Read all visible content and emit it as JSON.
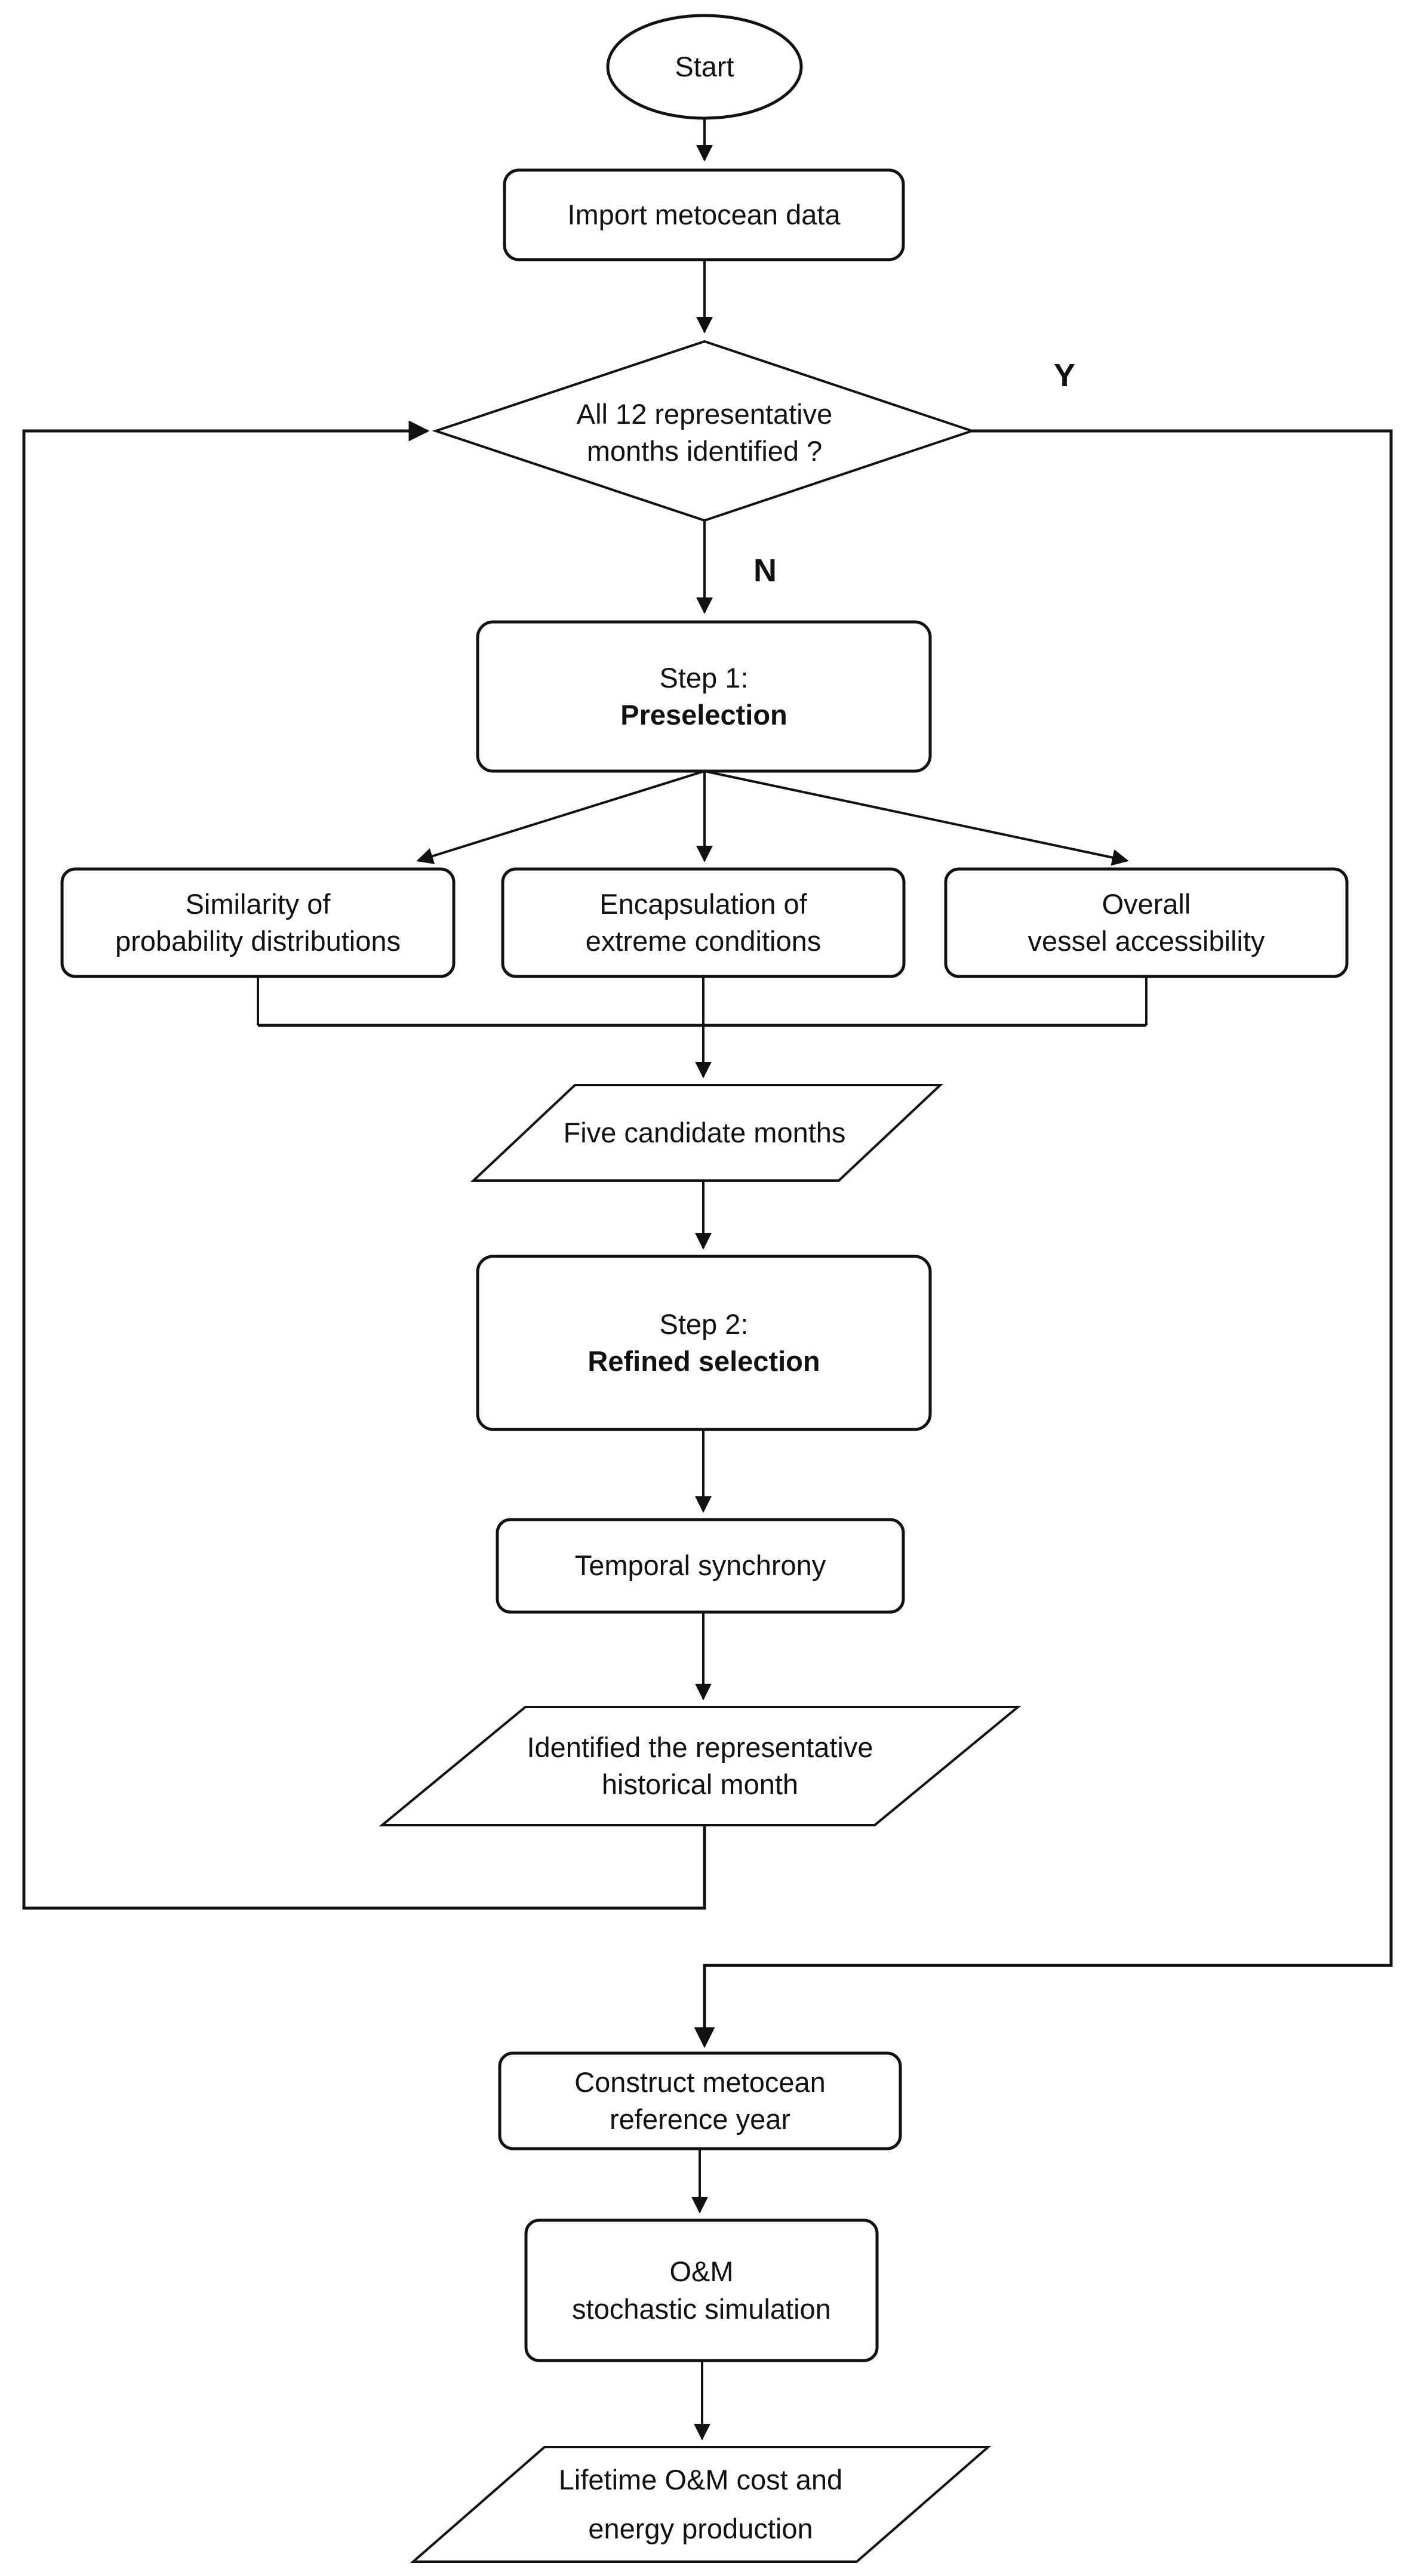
{
  "diagram": {
    "nodes": {
      "start": {
        "label": "Start",
        "shape": "terminator"
      },
      "import": {
        "label": "Import metocean data",
        "shape": "process"
      },
      "decision": {
        "line1": "All 12 representative",
        "line2": "months identified ?",
        "shape": "decision"
      },
      "step1": {
        "line1": "Step 1:",
        "line2": "Preselection",
        "shape": "process"
      },
      "crit_similarity": {
        "line1": "Similarity of",
        "line2": "probability distributions",
        "shape": "process"
      },
      "crit_encapsulation": {
        "line1": "Encapsulation of",
        "line2": "extreme conditions",
        "shape": "process"
      },
      "crit_accessibility": {
        "line1": "Overall",
        "line2": "vessel accessibility",
        "shape": "process"
      },
      "five_months": {
        "label": "Five candidate months",
        "shape": "data"
      },
      "step2": {
        "line1": "Step 2:",
        "line2": "Refined selection",
        "shape": "process"
      },
      "temporal": {
        "label": "Temporal synchrony",
        "shape": "process"
      },
      "identified": {
        "line1": "Identified the representative",
        "line2": "historical month",
        "shape": "data"
      },
      "construct": {
        "line1": "Construct metocean",
        "line2": "reference year",
        "shape": "process"
      },
      "om_sim": {
        "line1": "O&M",
        "line2": "stochastic simulation",
        "shape": "process"
      },
      "lifetime": {
        "line1": "Lifetime O&M cost and",
        "line2": "energy production",
        "shape": "data"
      }
    },
    "edge_labels": {
      "yes": "Y",
      "no": "N"
    },
    "colors": {
      "stroke": "#111111",
      "fill": "#ffffff",
      "text": "#111111"
    }
  }
}
